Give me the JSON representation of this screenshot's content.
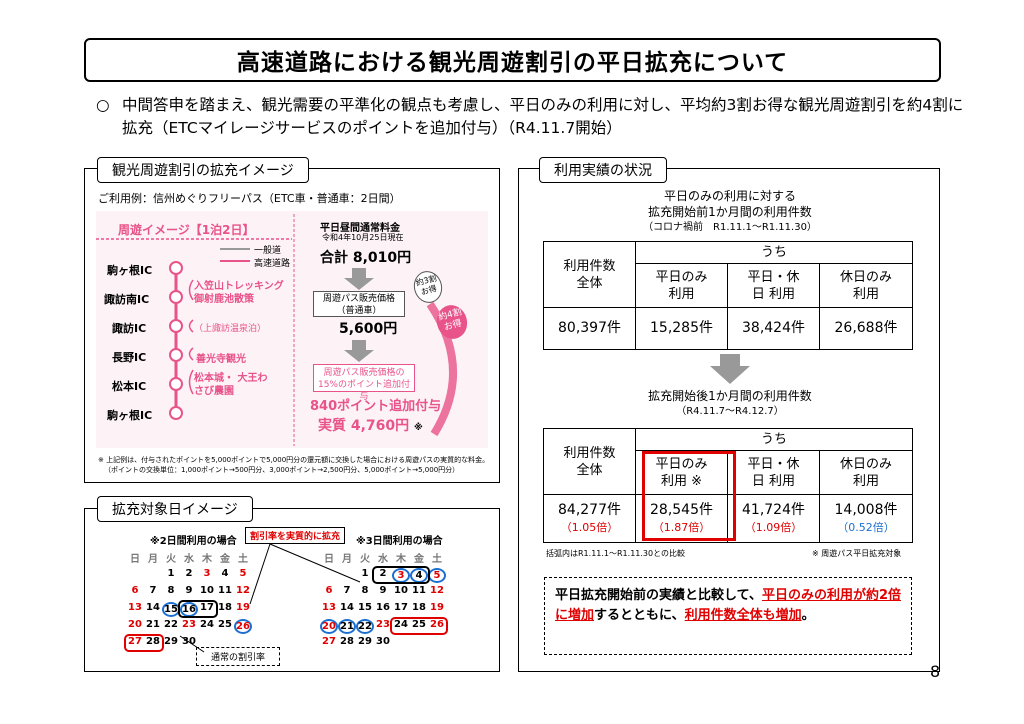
{
  "title": "高速道路における観光周遊割引の平日拡充について",
  "lead": {
    "mark": "○",
    "text": "中間答申を踏まえ、観光需要の平準化の観点も考慮し、平日のみの利用に対し、平均約3割お得な観光周遊割引を約4割に拡充（ETCマイレージサービスのポイントを追加付与）（R4.11.7開始）"
  },
  "left_section": {
    "title": "観光周遊割引の拡充イメージ",
    "example": "ご利用例：信州めぐりフリーパス（ETC車・普通車：2日間）",
    "route_heading": "周遊イメージ【1泊2日】",
    "legend_normal": "一般道",
    "legend_highway": "高速道路",
    "ics": [
      "駒ヶ根IC",
      "諏訪南IC",
      "諏訪IC",
      "長野IC",
      "松本IC",
      "駒ヶ根IC"
    ],
    "spots": [
      "入笠山トレッキング 御射鹿池散策",
      "（上諏訪温泉泊）",
      "善光寺観光",
      "松本城・ 大王わさび農園"
    ],
    "fare_heading": "平日昼間通常料金",
    "fare_date": "令和4年10月25日現在",
    "fare_total": "合計 8,010円",
    "pass_label": "周遊パス販売価格 （普通車）",
    "pass_price": "5,600円",
    "point_label": "周遊パス販売価格の 15%のポイント追加付与",
    "point_added": "840ポイント追加付与",
    "real_price": "実質 4,760円",
    "real_note": "※",
    "badge_30": "約3割 お得",
    "badge_40": "約4割 お得",
    "note1": "※ 上記例は、付与されたポイントを5,000ポイントで5,000円分の還元額に交換した場合における周遊パスの実質的な料金。",
    "note2": "（ポイントの交換単位：1,000ポイント→500円分、3,000ポイント→2,500円分、5,000ポイント→5,000円分）"
  },
  "calendar_section": {
    "title": "拡充対象日イメージ",
    "cal2_heading": "※2日間利用の場合",
    "cal3_heading": "※3日間利用の場合",
    "callout_top": "割引率を実質的に拡充",
    "callout_bottom": "通常の割引率",
    "weekdays": [
      "日",
      "月",
      "火",
      "水",
      "木",
      "金",
      "土"
    ]
  },
  "right_section": {
    "title": "利用実績の状況",
    "before_heading1": "平日のみの利用に対する",
    "before_heading2": "拡充開始前1か月間の利用件数",
    "before_period": "（コロナ禍前　R1.11.1～R1.11.30）",
    "col_total": "利用件数 全体",
    "col_uchi": "うち",
    "col_weekday": "平日のみ 利用",
    "col_weekday_star": "平日のみ 利用 ※",
    "col_mixed": "平日・休日 利用",
    "col_holiday": "休日のみ 利用",
    "before_values": [
      "80,397件",
      "15,285件",
      "38,424件",
      "26,688件"
    ],
    "after_heading": "拡充開始後1か月間の利用件数",
    "after_period": "（R4.11.7～R4.12.7）",
    "after_values": [
      "84,277件",
      "28,545件",
      "41,724件",
      "14,008件"
    ],
    "after_ratios": [
      "（1.05倍）",
      "（1.87倍）",
      "（1.09倍）",
      "（0.52倍）"
    ],
    "compare_note": "括弧内はR1.11.1～R1.11.30との比較",
    "target_note": "※ 周遊パス平日拡充対象",
    "conclusion_1": "平日拡充開始前の実績と比較して、",
    "conclusion_red1": "平日のみの利用が約2倍に増加",
    "conclusion_2": "するとともに、",
    "conclusion_red2": "利用件数全体も増加",
    "conclusion_3": "。"
  },
  "page_number": "8",
  "colors": {
    "red": "#e00000",
    "pink": "#e8538a",
    "blue": "#1a6fd1"
  }
}
